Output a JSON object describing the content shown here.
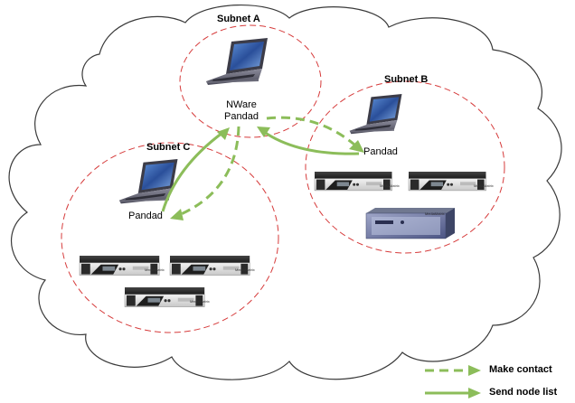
{
  "subnets": {
    "a": {
      "title": "Subnet A"
    },
    "b": {
      "title": "Subnet B"
    },
    "c": {
      "title": "Subnet C"
    }
  },
  "nodes": {
    "a": {
      "line1": "NWare",
      "line2": "Pandad"
    },
    "b": {
      "label": "Pandad"
    },
    "c": {
      "label": "Pandad"
    }
  },
  "device_brand": "MediaMatrix",
  "legend": {
    "make_contact": "Make contact",
    "send_node_list": "Send node list"
  },
  "colors": {
    "arrow": "#8cbd5a",
    "subnet_border": "#d63b3b",
    "cloud_stroke": "#333333"
  }
}
